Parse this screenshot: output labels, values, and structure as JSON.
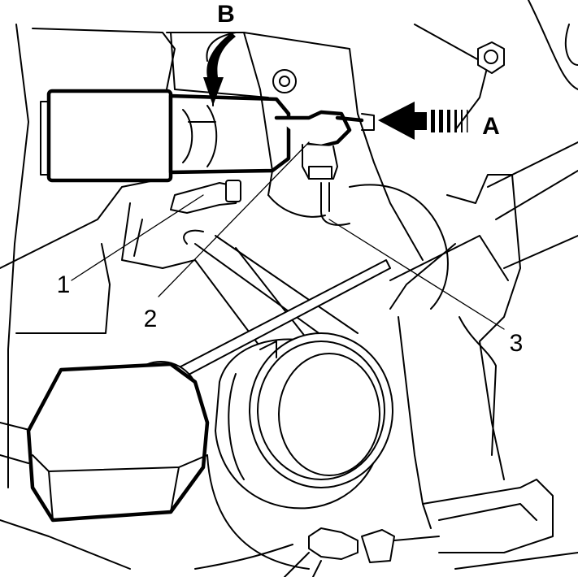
{
  "labels": {
    "arrow_a": "A",
    "arrow_b": "B",
    "callout_1": "1",
    "callout_2": "2",
    "callout_3": "3"
  }
}
